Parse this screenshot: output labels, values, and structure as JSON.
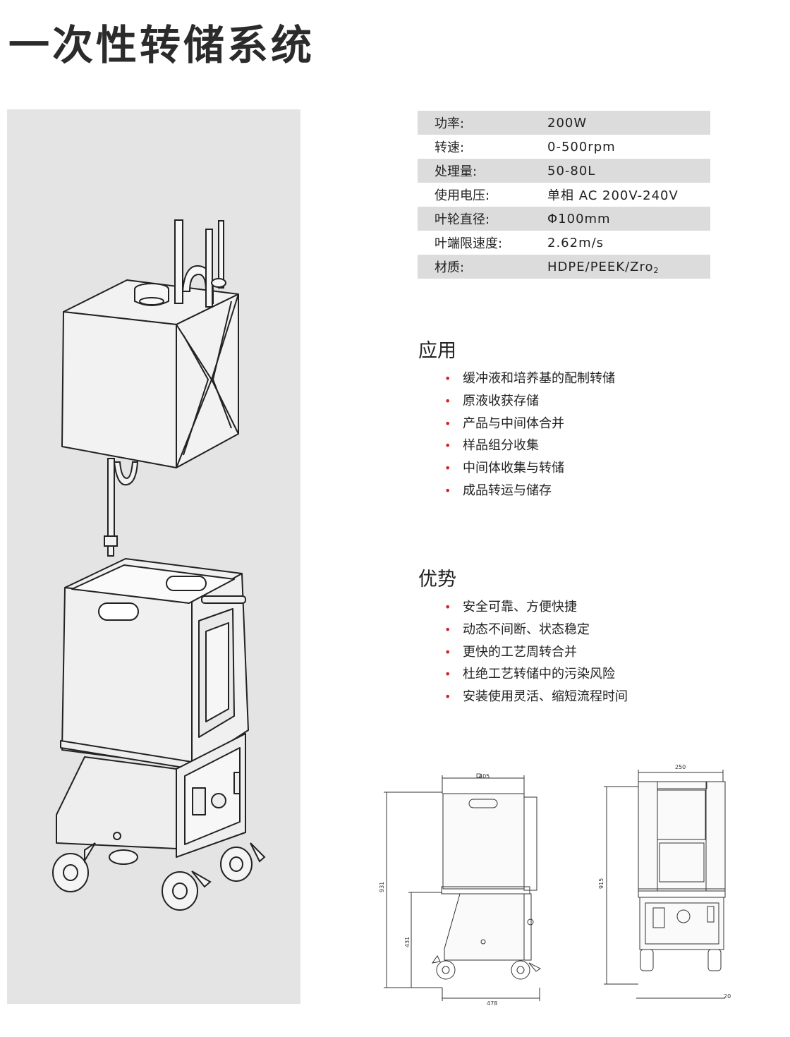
{
  "page": {
    "title": "一次性转储系统"
  },
  "specs": [
    {
      "label": "功率:",
      "value": "200W"
    },
    {
      "label": "转速:",
      "value": "0-500rpm"
    },
    {
      "label": "处理量:",
      "value": "50-80L"
    },
    {
      "label": "使用电压:",
      "value": "单相 AC 200V-240V"
    },
    {
      "label": "叶轮直径:",
      "value": "Φ100mm"
    },
    {
      "label": "叶端限速度:",
      "value": "2.62m/s"
    },
    {
      "label": "材质:",
      "value": "HDPE/PEEK/Zro",
      "value_sub": "2"
    }
  ],
  "applications": {
    "title": "应用",
    "items": [
      "缓冲液和培养基的配制转储",
      "原液收获存储",
      "产品与中间体合并",
      "样品组分收集",
      "中间体收集与转储",
      "成品转运与储存"
    ]
  },
  "advantages": {
    "title": "优势",
    "items": [
      "安全可靠、方便快捷",
      "动态不间断、状态稳定",
      "更快的工艺周转合并",
      "杜绝工艺转储中的污染风险",
      "安装使用灵活、缩短流程时间"
    ]
  },
  "dimensions": {
    "front_width": "405",
    "front_height": "931",
    "front_base_height": "431",
    "front_depth": "478",
    "side_width": "250",
    "side_height": "915",
    "side_offset": "20"
  },
  "colors": {
    "bullet": "#d2232a",
    "panel": "#e4e4e4",
    "row_shade": "#dcdcdc"
  }
}
